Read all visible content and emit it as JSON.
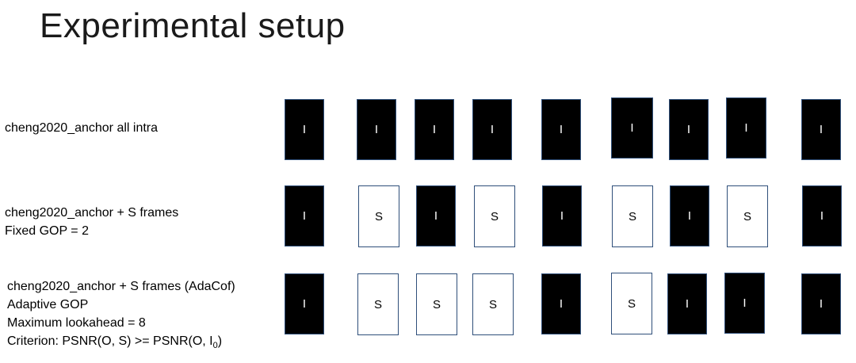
{
  "slide": {
    "title": "Experimental setup"
  },
  "rows": [
    {
      "label_lines": [
        "cheng2020_anchor all intra"
      ],
      "frames": [
        "I",
        "I",
        "I",
        "I",
        "I",
        "I",
        "I",
        "I",
        "I"
      ]
    },
    {
      "label_lines": [
        "cheng2020_anchor + S frames",
        "Fixed GOP = 2"
      ],
      "frames": [
        "I",
        "S",
        "I",
        "S",
        "I",
        "S",
        "I",
        "S",
        "I"
      ]
    },
    {
      "label_lines": [
        "cheng2020_anchor + S frames (AdaCof)",
        "Adaptive GOP",
        "Maximum lookahead = 8"
      ],
      "criterion": {
        "prefix": "Criterion: PSNR(O, S) >= PSNR(O, I",
        "subscript": "0",
        "suffix": ")"
      },
      "frames": [
        "I",
        "S",
        "S",
        "S",
        "I",
        "S",
        "I",
        "I",
        "I"
      ]
    }
  ],
  "colors": {
    "intra_fill": "#000000",
    "skip_fill": "#ffffff",
    "frame_border": "#2f4f7a"
  }
}
